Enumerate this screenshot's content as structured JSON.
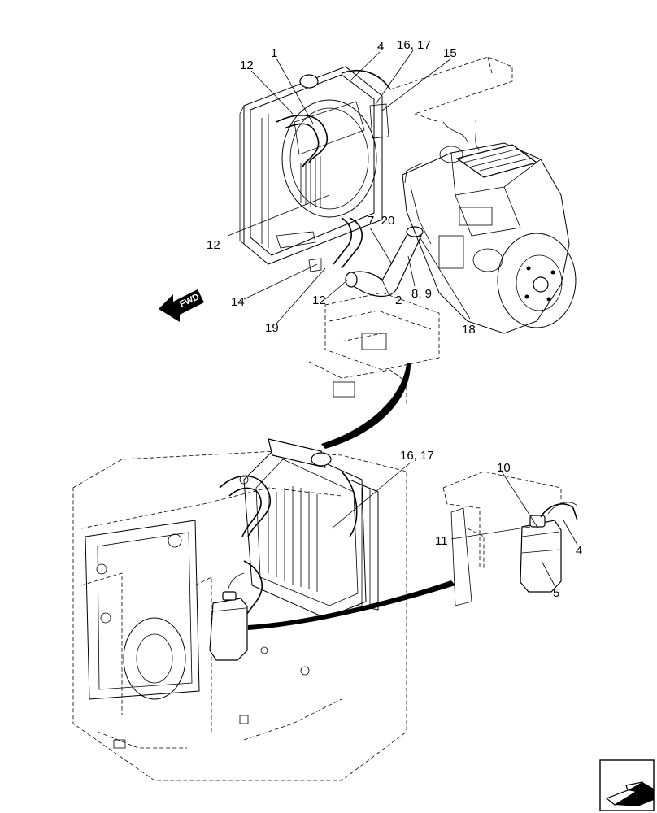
{
  "callouts": {
    "c1": "1",
    "c12a": "12",
    "c4a": "4",
    "c1617a": "16, 17",
    "c15": "15",
    "c12b": "12",
    "c720": "7, 20",
    "c14": "14",
    "c12c": "12",
    "c2": "2",
    "c89": "8, 9",
    "c19": "19",
    "c18": "18",
    "c1617b": "16, 17",
    "c10": "10",
    "c11": "11",
    "c4b": "4",
    "c5": "5"
  },
  "fwd_label": "FWD"
}
